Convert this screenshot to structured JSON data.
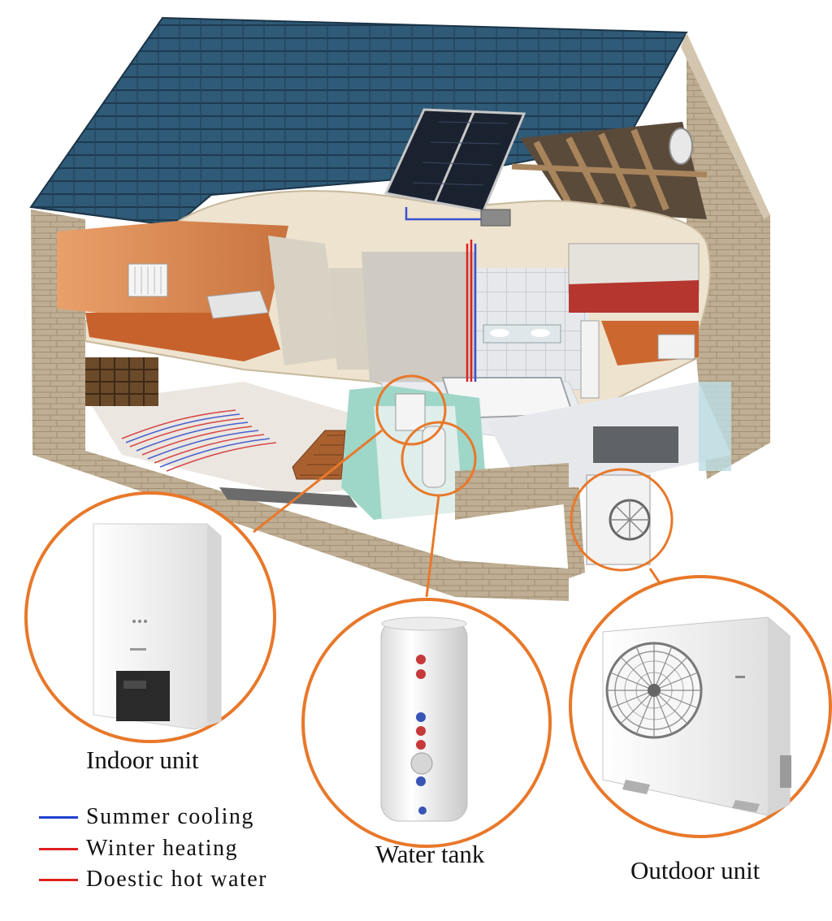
{
  "captions": {
    "indoor": "Indoor unit",
    "tank": "Water tank",
    "outdoor": "Outdoor unit"
  },
  "legend": [
    {
      "label": "Summer cooling",
      "color": "#1f3fd0"
    },
    {
      "label": "Winter heating",
      "color": "#e02020"
    },
    {
      "label": "Doestic hot water",
      "color": "#e02020"
    }
  ],
  "colors": {
    "callout_ring": "#e8782a",
    "roof": "#2d5571",
    "brick": "#b9a98f",
    "interior_wall": "#d9874f",
    "floor": "#c9652e",
    "solar_panel": "#1a2230"
  }
}
